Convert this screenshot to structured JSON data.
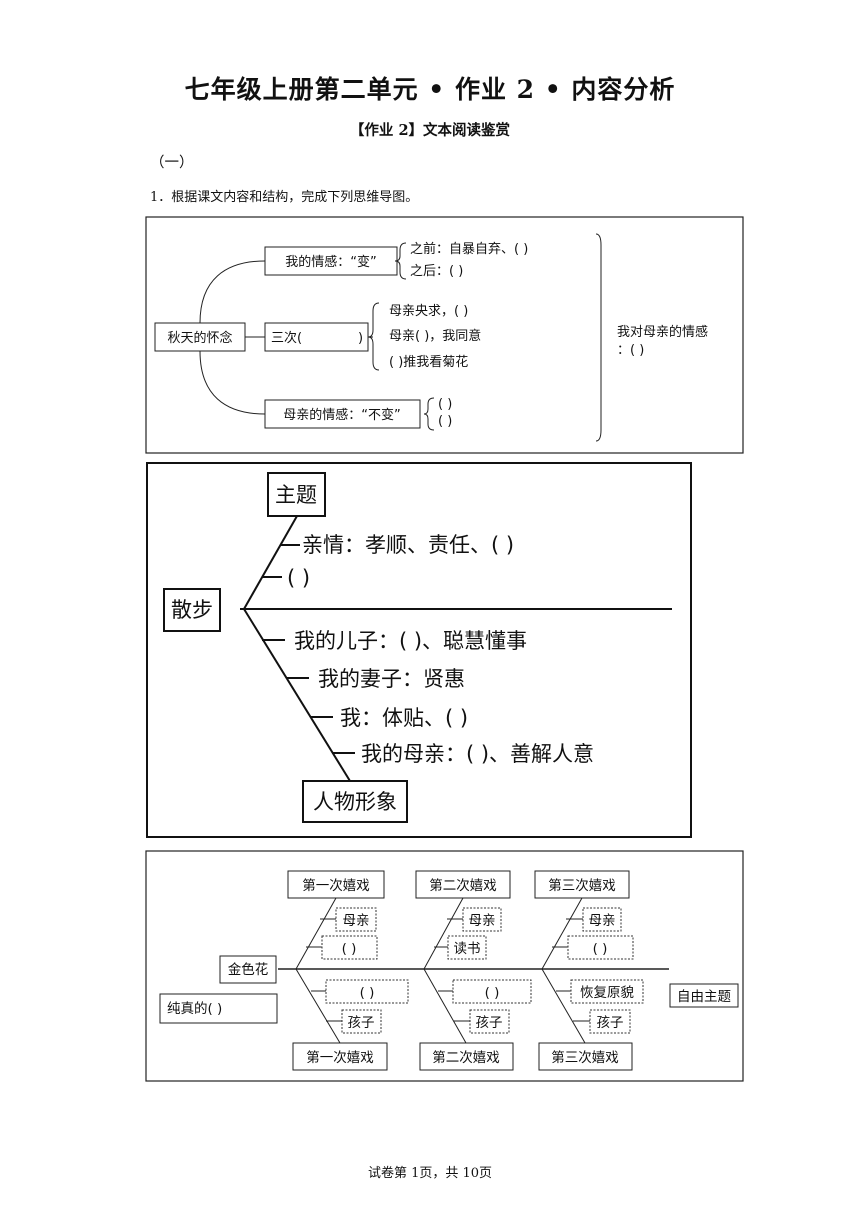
{
  "title": "七年级上册第二单元 • 作业 2 • 内容分析",
  "subtitle": "【作业 2】文本阅读鉴赏",
  "section": "（一）",
  "question": "1．根据课文内容和结构，完成下列思维导图。",
  "map1": {
    "root": "秋天的怀念",
    "branch1": "我的情感：“变”",
    "b1_a": "之前：自暴自弃、(            )",
    "b1_b": "之后：(            )",
    "branch2_label": "三次(",
    "branch2_close": ")",
    "b2_a": "母亲央求，(            )",
    "b2_b": "母亲(            )，我同意",
    "b2_c": "(            )推我看菊花",
    "branch3": "母亲的情感：“不变”",
    "b3_a": "(            )",
    "b3_b": "(            )",
    "summary_1": "我对母亲的情感",
    "summary_2": "：(            )"
  },
  "map2": {
    "center": "散步",
    "theme": "主题",
    "theme_1": "亲情：孝顺、责任、(          )",
    "theme_2": "(          )",
    "people": "人物形象",
    "p1": "我的儿子：(          )、聪慧懂事",
    "p2": "我的妻子：贤惠",
    "p3": "我：体贴、(          )",
    "p4": "我的母亲：(          )、善解人意"
  },
  "map3": {
    "root": "金色花",
    "left_bottom": "纯真的(          )",
    "right": "自由主题",
    "top_1": "第一次嬉戏",
    "top_2": "第二次嬉戏",
    "top_3": "第三次嬉戏",
    "bottom_1": "第一次嬉戏",
    "bottom_2": "第二次嬉戏",
    "bottom_3": "第三次嬉戏",
    "t1_a": "母亲",
    "t1_b": "(        )",
    "t2_a": "母亲",
    "t2_b": "读书",
    "t3_a": "母亲",
    "t3_b": "(        )",
    "b1_a": "(          )",
    "b1_b": "孩子",
    "b2_a": "(          )",
    "b2_b": "孩子",
    "b3_a": "恢复原貌",
    "b3_b": "孩子"
  },
  "footer": "试卷第 1页，共 10页"
}
